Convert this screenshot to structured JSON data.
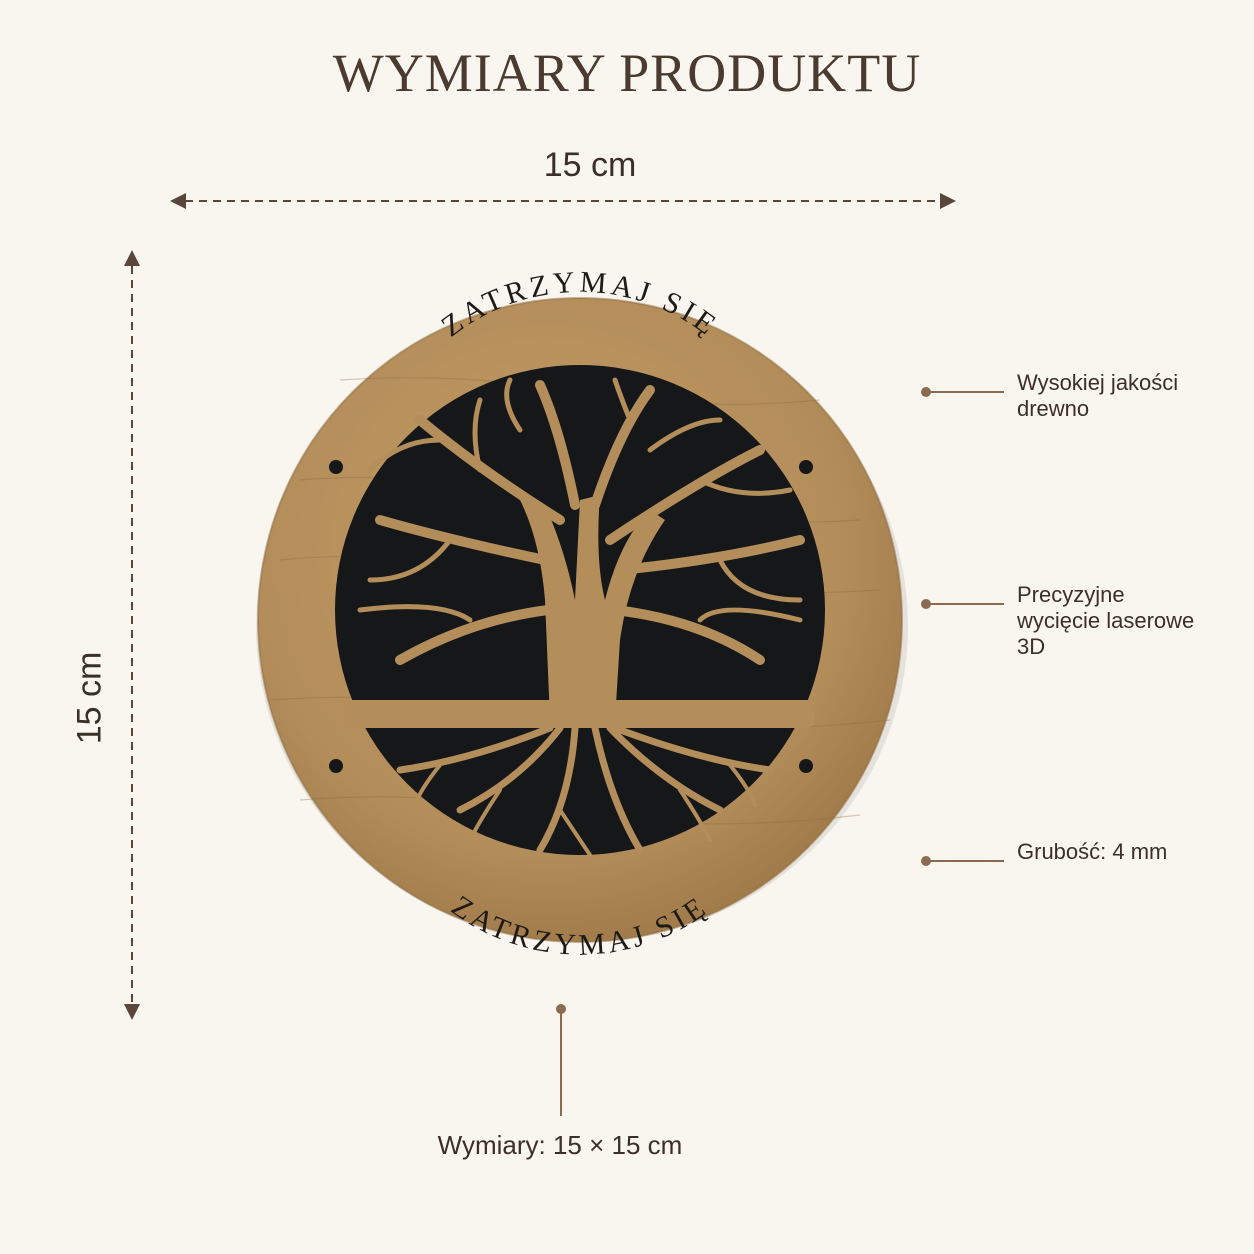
{
  "title": "WYMIARY PRODUKTU",
  "dimensions": {
    "width_label": "15 cm",
    "height_label": "15 cm"
  },
  "product": {
    "text_top": "ZATRZYMAJ SIĘ",
    "text_bottom": "ZATRZYMAJ SIĘ",
    "colors": {
      "wood": "#b38d5a",
      "wood_dark": "#8d6a3c",
      "cutout": "#151719"
    }
  },
  "callouts": [
    {
      "line1": "Wysokiej jakości",
      "line2": "drewno",
      "line3": ""
    },
    {
      "line1": "Precyzyjne",
      "line2": "wycięcie laserowe",
      "line3": "3D"
    },
    {
      "line1": "Grubość: 4 mm",
      "line2": "",
      "line3": ""
    }
  ],
  "footer": {
    "label": "Wymiary:  15 × 15 cm"
  },
  "colors": {
    "background": "#f9f6f0",
    "accent": "#8a6b50",
    "text": "#3b2f28"
  }
}
